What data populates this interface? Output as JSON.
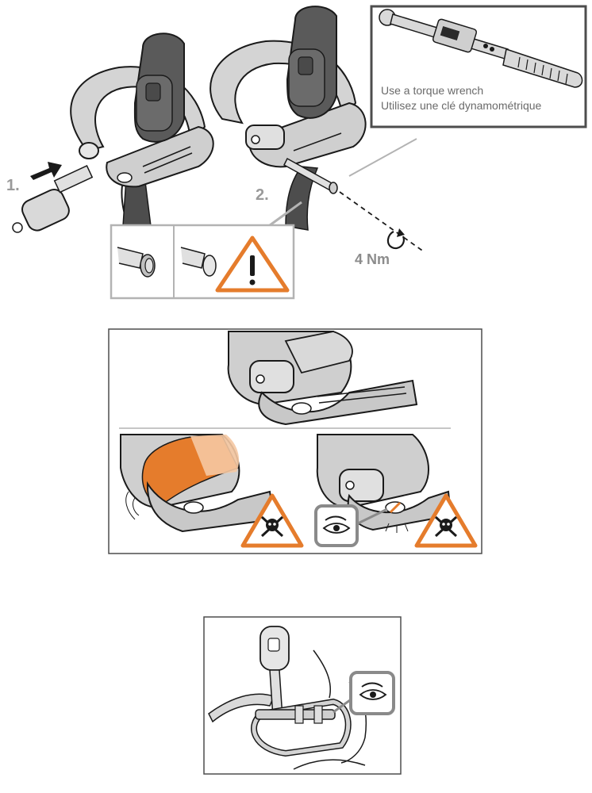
{
  "step_one": {
    "label": "1."
  },
  "step_two": {
    "label": "2."
  },
  "torque": {
    "value": "4 Nm"
  },
  "wrench_note": {
    "line_en": "Use a torque wrench",
    "line_fr": "Utilisez une clé dynamométrique"
  },
  "colors": {
    "warning": "#e57c2c",
    "outline": "#1a1a1a",
    "frame": "#b3b3b3",
    "metal": "#d4d4d4",
    "dark_part": "#5a5a5a",
    "eye_frame": "#8a8a8a"
  },
  "icons": [
    "arrow-right-icon",
    "warning-exclamation-icon",
    "warning-skull-icon",
    "eye-inspect-icon",
    "rotate-arrow-icon"
  ]
}
